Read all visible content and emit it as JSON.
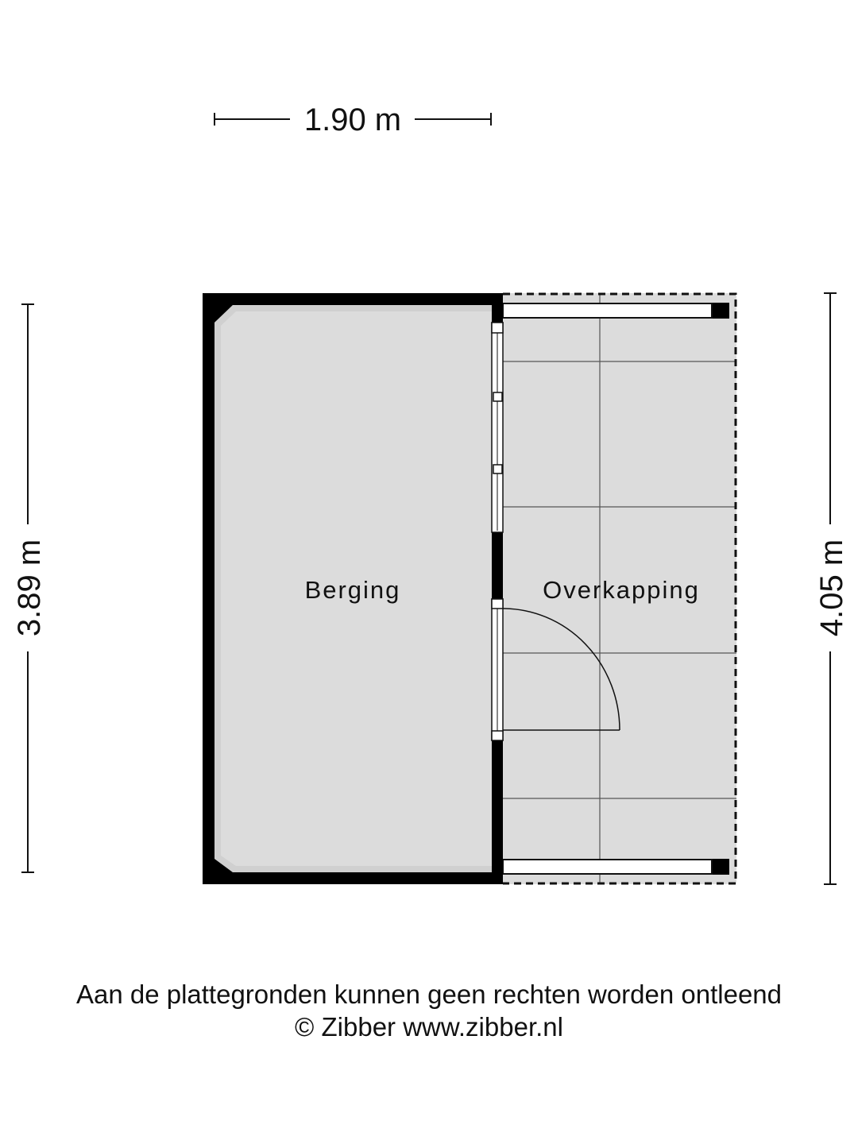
{
  "dimensions": {
    "width_top": "1.90 m",
    "height_left": "3.89 m",
    "height_right": "4.05 m"
  },
  "rooms": {
    "berging": "Berging",
    "overkapping": "Overkapping"
  },
  "footer": {
    "disclaimer": "Aan de plattegronden kunnen geen rechten worden ontleend",
    "copyright": "© Zibber www.zibber.nl"
  },
  "colors": {
    "wall": "#000000",
    "floor": "#dcdcdc",
    "tile_line": "#555555",
    "text": "#111111",
    "background": "#ffffff"
  }
}
